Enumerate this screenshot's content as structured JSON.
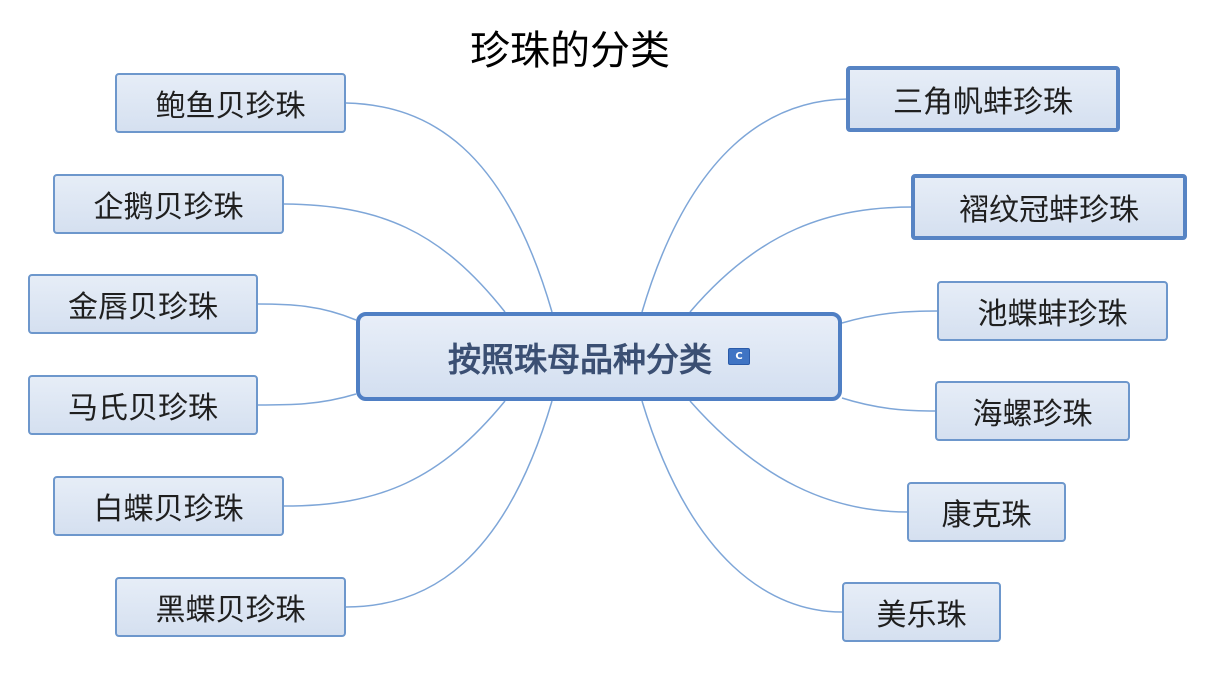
{
  "title": "珍珠的分类",
  "center": {
    "label": "按照珠母品种分类",
    "badge": "C"
  },
  "left_nodes": [
    {
      "label": "鲍鱼贝珍珠"
    },
    {
      "label": "企鹅贝珍珠"
    },
    {
      "label": "金唇贝珍珠"
    },
    {
      "label": "马氏贝珍珠"
    },
    {
      "label": "白蝶贝珍珠"
    },
    {
      "label": "黑蝶贝珍珠"
    }
  ],
  "right_nodes": [
    {
      "label": "三角帆蚌珍珠"
    },
    {
      "label": "褶纹冠蚌珍珠"
    },
    {
      "label": "池蝶蚌珍珠"
    },
    {
      "label": "海螺珍珠"
    },
    {
      "label": "康克珠"
    },
    {
      "label": "美乐珠"
    }
  ],
  "colors": {
    "connector": "#7ea6d8",
    "node_border": "#6d97cc",
    "center_border": "#4f7fc4"
  }
}
